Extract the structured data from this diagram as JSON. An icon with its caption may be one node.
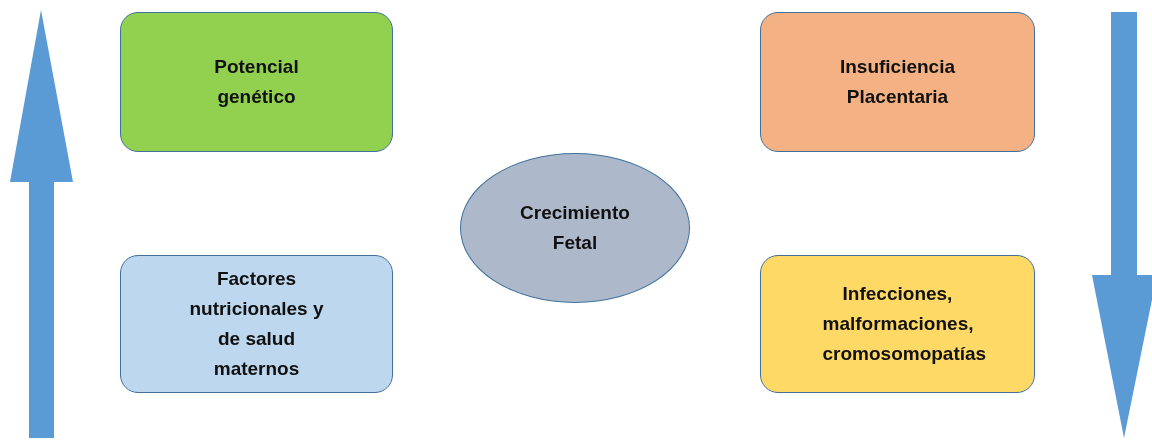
{
  "diagram": {
    "nodes": [
      {
        "text": [
          "Potencial genético"
        ]
      },
      {
        "text": [
          "Insuficiencia Placentaria"
        ]
      },
      {
        "text": [
          "Crecimiento Fetal"
        ]
      },
      {
        "text": [
          "Factores nutricionales y de salud maternos"
        ]
      },
      {
        "text": [
          "Infecciones, malformaciones, cromosomopatías"
        ]
      }
    ]
  }
}
